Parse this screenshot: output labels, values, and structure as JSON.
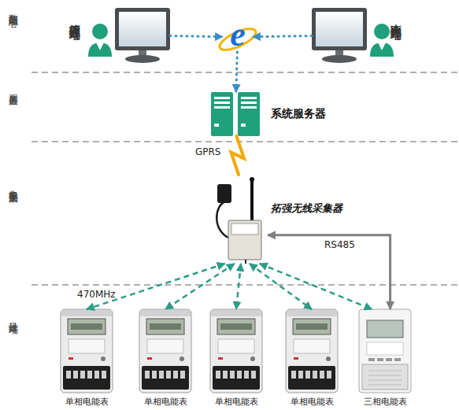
{
  "diagram": {
    "nodes": [
      {
        "text": [
          "管理终端"
        ]
      },
      {
        "text": [
          "e"
        ]
      },
      {
        "text": [
          "查询终端"
        ]
      },
      {
        "text": [
          "系统服务器"
        ]
      },
      {
        "text": [
          "拓强无线采集器"
        ]
      },
      {
        "text": [
          "单相电能表"
        ]
      },
      {
        "text": [
          "单相电能表"
        ]
      },
      {
        "text": [
          "单相电能表"
        ]
      },
      {
        "text": [
          "单相电能表"
        ]
      },
      {
        "text": [
          "三相电能表"
        ]
      }
    ],
    "edges": [
      {
        "from": 0,
        "to": 1,
        "arrow": "to"
      },
      {
        "from": 2,
        "to": 1,
        "arrow": "to"
      },
      {
        "from": 1,
        "to": 3,
        "arrow": "to"
      },
      {
        "from": 3,
        "to": 4,
        "label": "GPRS",
        "arrow": "none"
      },
      {
        "from": 4,
        "to": 5,
        "label": "470MHz",
        "arrow": "both"
      },
      {
        "from": 4,
        "to": 6,
        "arrow": "both"
      },
      {
        "from": 4,
        "to": 7,
        "arrow": "both"
      },
      {
        "from": 4,
        "to": 8,
        "arrow": "both"
      },
      {
        "from": 4,
        "to": 9,
        "arrow": "both"
      },
      {
        "from": 4,
        "to": 9,
        "label": "RS485",
        "arrow": "both"
      }
    ],
    "labels": [
      "数据处理中心",
      "服务器层",
      "集中器采集层",
      "计量终端"
    ]
  }
}
